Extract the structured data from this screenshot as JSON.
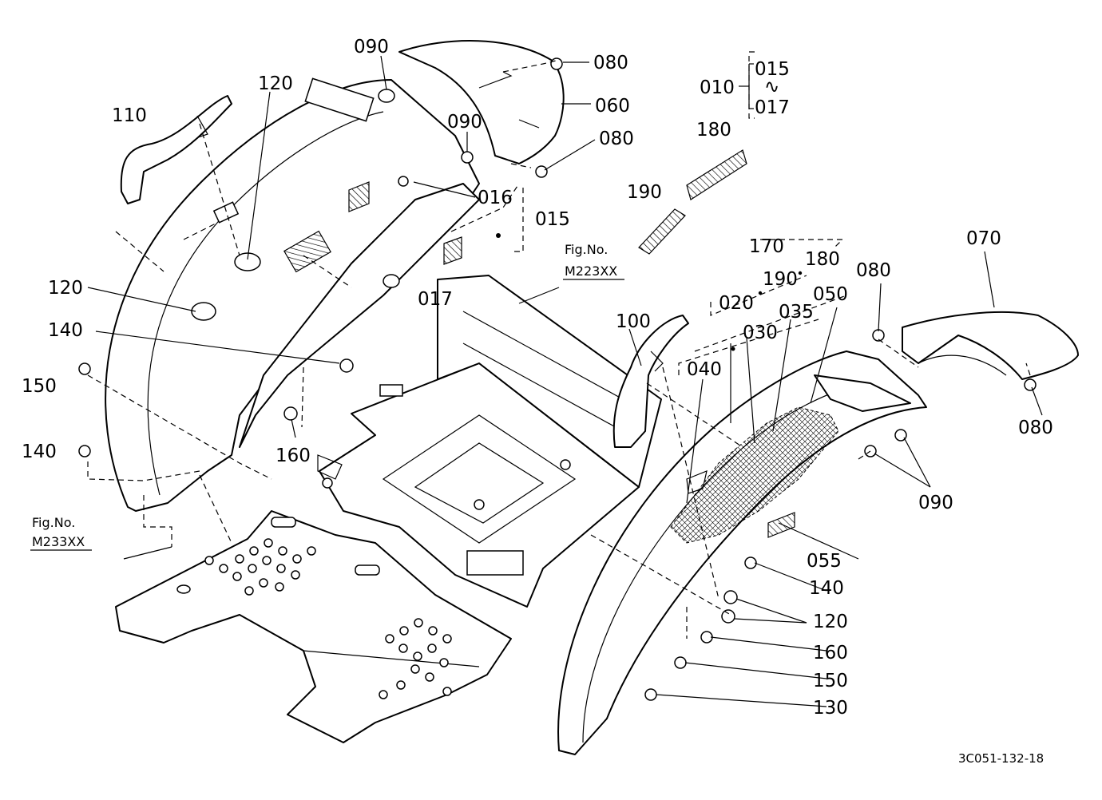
{
  "part_labels": {
    "p010": "010",
    "p015a": "015",
    "p015b": "015",
    "p016": "016",
    "p017a": "017",
    "p017b": "017",
    "tilde": "∿",
    "p020": "020",
    "p030": "030",
    "p035": "035",
    "p040": "040",
    "p050": "050",
    "p055": "055",
    "p060": "060",
    "p070": "070",
    "p080a": "080",
    "p080b": "080",
    "p080c": "080",
    "p080d": "080",
    "p090a": "090",
    "p090b": "090",
    "p090c": "090",
    "p100": "100",
    "p110": "110",
    "p120a": "120",
    "p120b": "120",
    "p120c": "120",
    "p130": "130",
    "p140a": "140",
    "p140b": "140",
    "p140c": "140",
    "p150a": "150",
    "p150b": "150",
    "p160a": "160",
    "p160b": "160",
    "p170": "170",
    "p180a": "180",
    "p180b": "180",
    "p190a": "190",
    "p190b": "190"
  },
  "figure_refs": {
    "fig1_title": "Fig.No.",
    "fig1_code": "M223XX",
    "fig2_title": "Fig.No.",
    "fig2_code": "M233XX"
  },
  "drawing_number": "3C051-132-18",
  "colors": {
    "line": "#000000",
    "background": "#ffffff"
  }
}
